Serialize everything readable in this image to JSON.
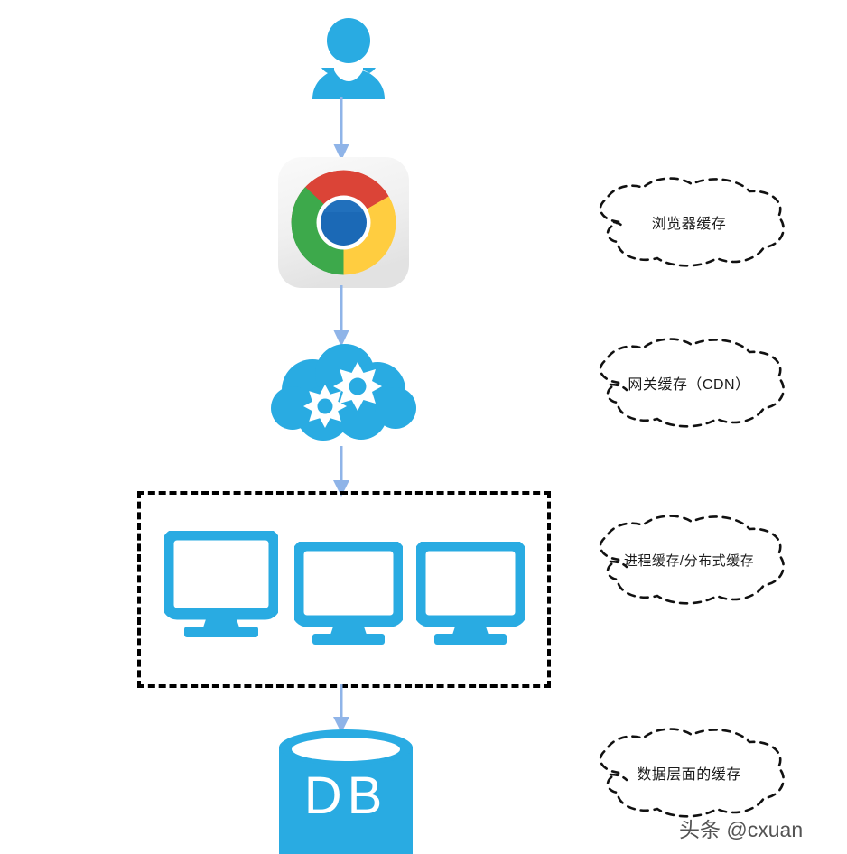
{
  "diagram": {
    "title": "Cache Layers Architecture",
    "background_color": "#ffffff",
    "accent_blue": "#29ABE2",
    "arrow_color": "#8FB4E8",
    "outline_color": "#000000"
  },
  "nodes": [
    {
      "id": "user",
      "icon": "user-icon",
      "label": ""
    },
    {
      "id": "browser",
      "icon": "chrome-icon",
      "label": ""
    },
    {
      "id": "gateway",
      "icon": "cloud-gear-icon",
      "label": ""
    },
    {
      "id": "servers",
      "icon": "monitor-icon",
      "label": "",
      "count": 3
    },
    {
      "id": "database",
      "icon": "database-icon",
      "label": "DB"
    }
  ],
  "database": {
    "label": "DB"
  },
  "callouts": [
    {
      "id": "callout-browser-cache",
      "text": "浏览器缓存"
    },
    {
      "id": "callout-gateway-cache",
      "text": "网关缓存（CDN）"
    },
    {
      "id": "callout-process-cache",
      "text": "进程缓存/分布式缓存"
    },
    {
      "id": "callout-data-cache",
      "text": "数据层面的缓存"
    }
  ],
  "watermark": {
    "text": "头条 @cxuan"
  },
  "chrome_logo": {
    "red": "#DB4437",
    "green": "#3DA94B",
    "yellow": "#FFCD40",
    "blue": "#1A5FA8",
    "blue_light": "#1B69B6",
    "background": "#F1F1F1"
  }
}
